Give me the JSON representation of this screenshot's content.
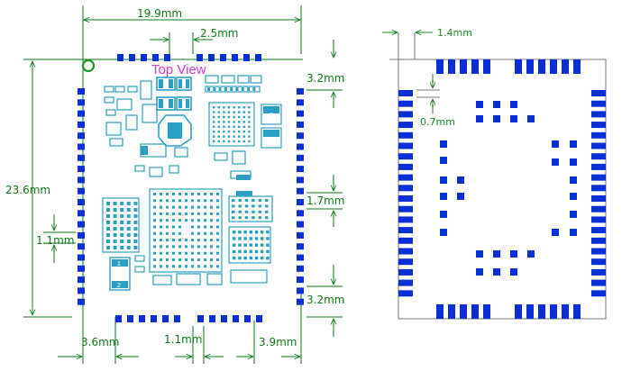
{
  "top_view_label": "Top View",
  "dimensions": {
    "width_total": "19.9mm",
    "pitch_top": "2.5mm",
    "height_total": "23.6mm",
    "right_top_offset": "3.2mm",
    "right_mid_pitch": "1.7mm",
    "right_bottom_offset": "3.2mm",
    "left_pad_height": "1.1mm",
    "bottom_left_offset": "3.6mm",
    "bottom_pad_width": "1.1mm",
    "bottom_right_offset": "3.9mm",
    "footprint_pad_width": "1.4mm",
    "footprint_pad_gap": "0.7mm"
  },
  "component_markers": [
    "2",
    "1",
    "1",
    "2"
  ],
  "colors": {
    "dimension_green": "#0e7a1a",
    "pad_blue": "#0a2fd6",
    "component_cyan": "#2c9fc4",
    "label_magenta": "#d23bd0",
    "pin1_marker": "#1e9a2a"
  }
}
